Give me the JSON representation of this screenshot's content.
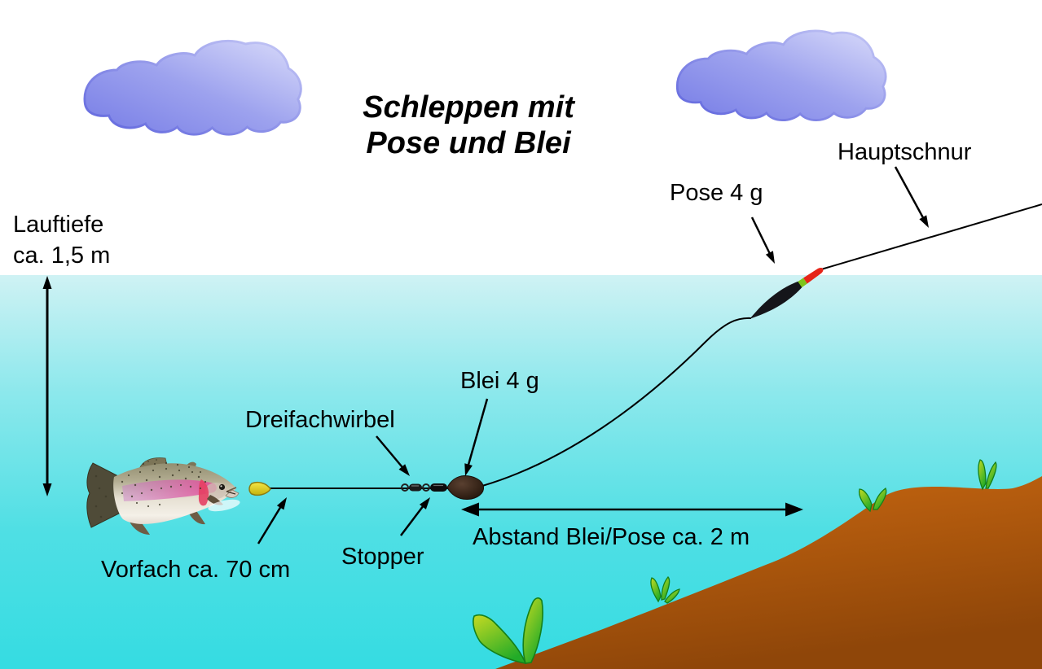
{
  "diagram": {
    "title_line1": "Schleppen mit",
    "title_line2": "Pose und Blei",
    "labels": {
      "hauptschnur": "Hauptschnur",
      "pose": "Pose 4 g",
      "lauftiefe_line1": "Lauftiefe",
      "lauftiefe_line2": "ca. 1,5 m",
      "blei": "Blei 4 g",
      "dreifachwirbel": "Dreifachwirbel",
      "stopper": "Stopper",
      "vorfach": "Vorfach ca. 70 cm",
      "abstand": "Abstand Blei/Pose ca. 2 m"
    },
    "colors": {
      "sky": "#ffffff",
      "water_top": "#cff2f4",
      "water_bottom": "#35dce2",
      "ground_light": "#cb6911",
      "ground_dark": "#8f4609",
      "cloud_light": "#d9dbfa",
      "cloud_dark": "#767ce6",
      "float_body_black": "#15151a",
      "float_tip_red": "#e62519",
      "float_band_green": "#7dc41c",
      "lure_yellow": "#e8d51f",
      "plant_green": "#2fb42f",
      "line_black": "#000000"
    }
  }
}
